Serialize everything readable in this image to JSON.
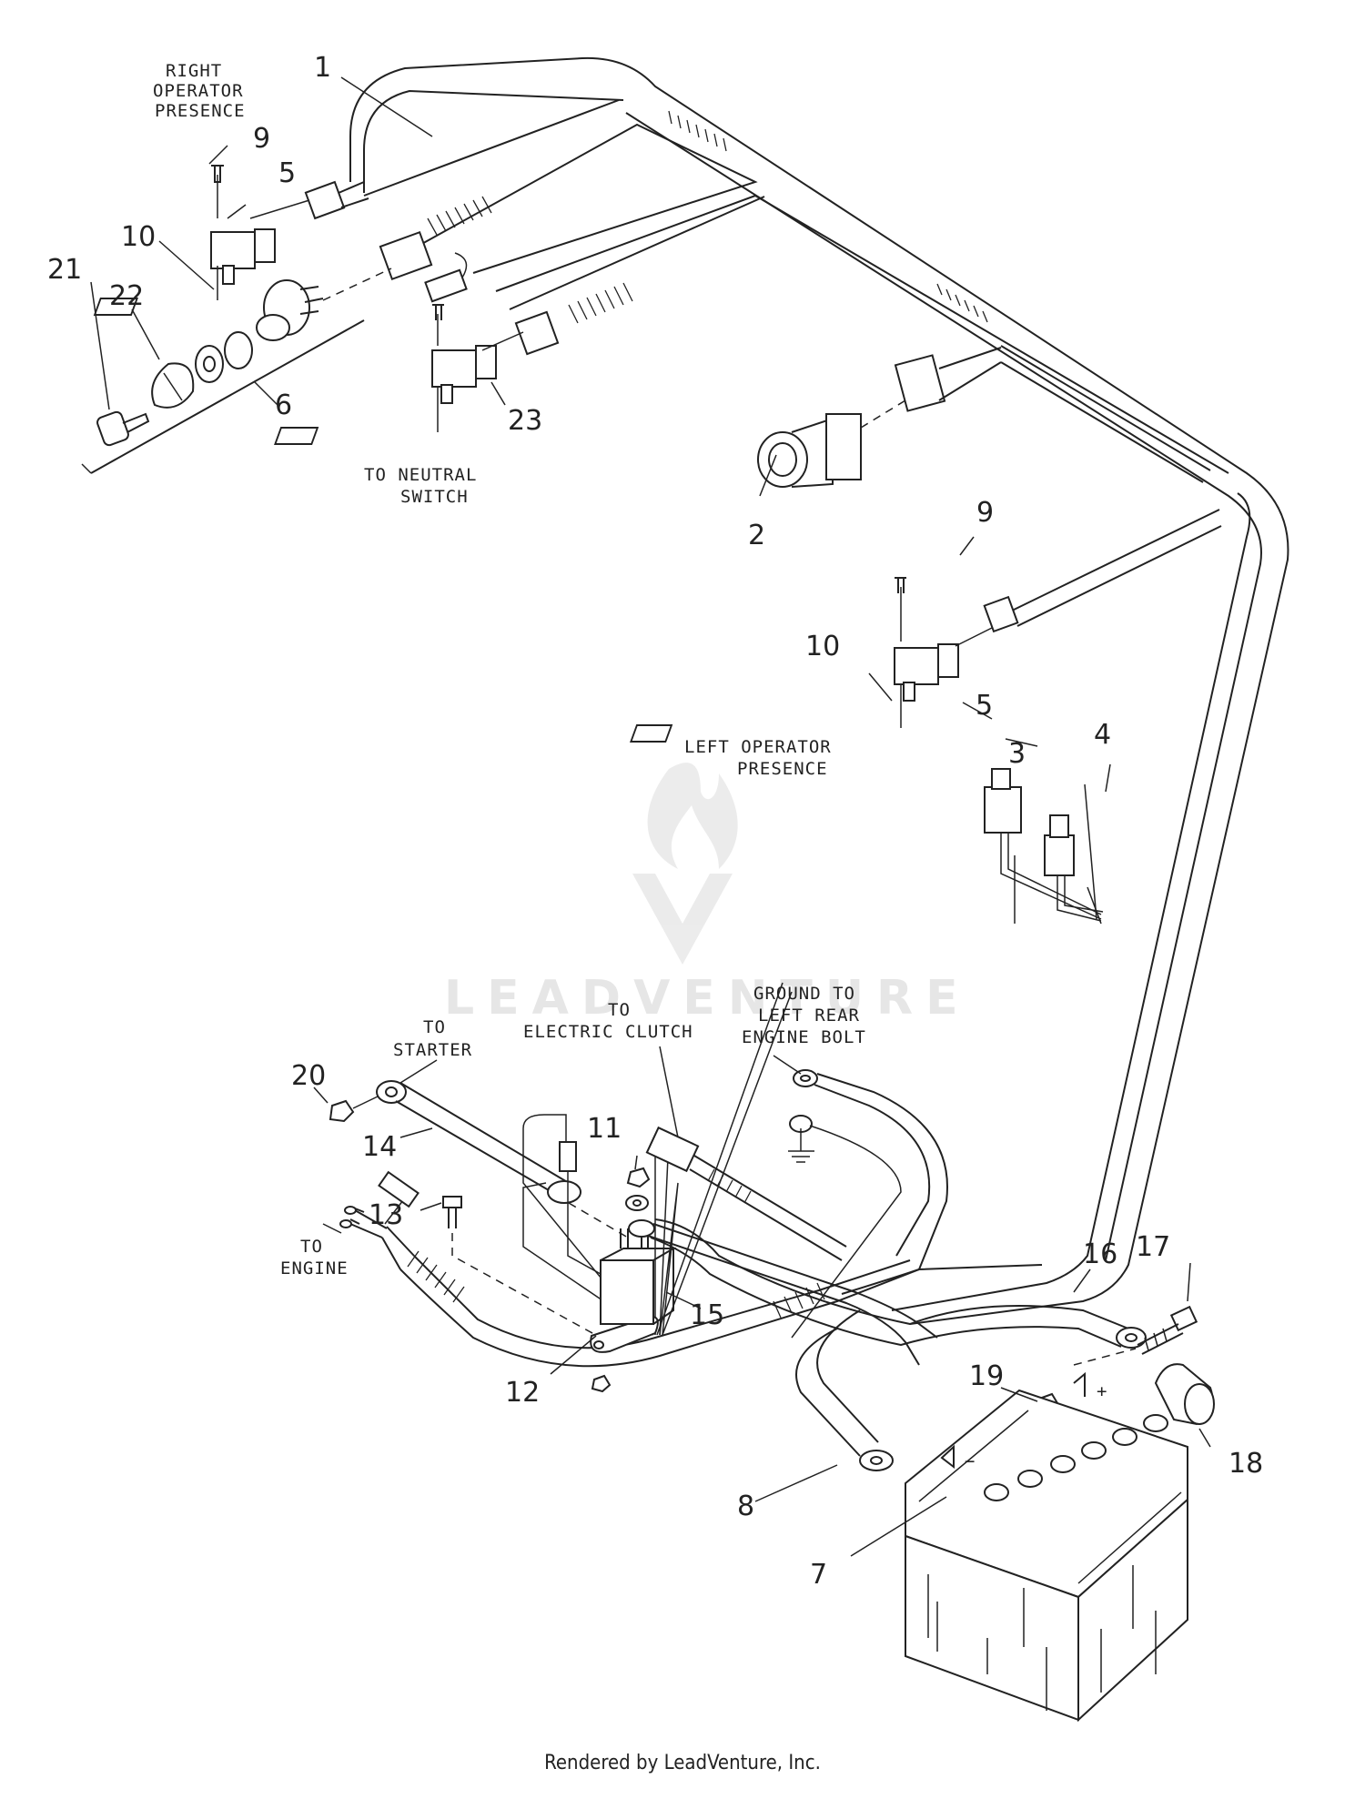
{
  "diagram": {
    "callouts": {
      "c1": "1",
      "c2": "2",
      "c3": "3",
      "c4": "4",
      "c5a": "5",
      "c5b": "5",
      "c6": "6",
      "c7": "7",
      "c8": "8",
      "c9a": "9",
      "c9b": "9",
      "c10a": "10",
      "c10b": "10",
      "c11": "11",
      "c12": "12",
      "c13": "13",
      "c14": "14",
      "c15": "15",
      "c16": "16",
      "c17": "17",
      "c18": "18",
      "c19": "19",
      "c20": "20",
      "c21": "21",
      "c22": "22",
      "c23": "23"
    },
    "labels": {
      "right_presence_1": "RIGHT",
      "right_presence_2": "OPERATOR",
      "right_presence_3": "PRESENCE",
      "neutral_1": "TO NEUTRAL",
      "neutral_2": "SWITCH",
      "left_presence_1": "LEFT OPERATOR",
      "left_presence_2": "PRESENCE",
      "ground_1": "GROUND TO",
      "ground_2": "LEFT REAR",
      "ground_3": "ENGINE BOLT",
      "clutch_1": "TO",
      "clutch_2": "ELECTRIC CLUTCH",
      "starter_1": "TO",
      "starter_2": "STARTER",
      "engine_1": "TO",
      "engine_2": "ENGINE",
      "battery_pos": "+",
      "battery_neg": "−"
    },
    "watermark": "LEADVENTURE"
  },
  "footer": {
    "text": "Rendered by LeadVenture, Inc."
  }
}
